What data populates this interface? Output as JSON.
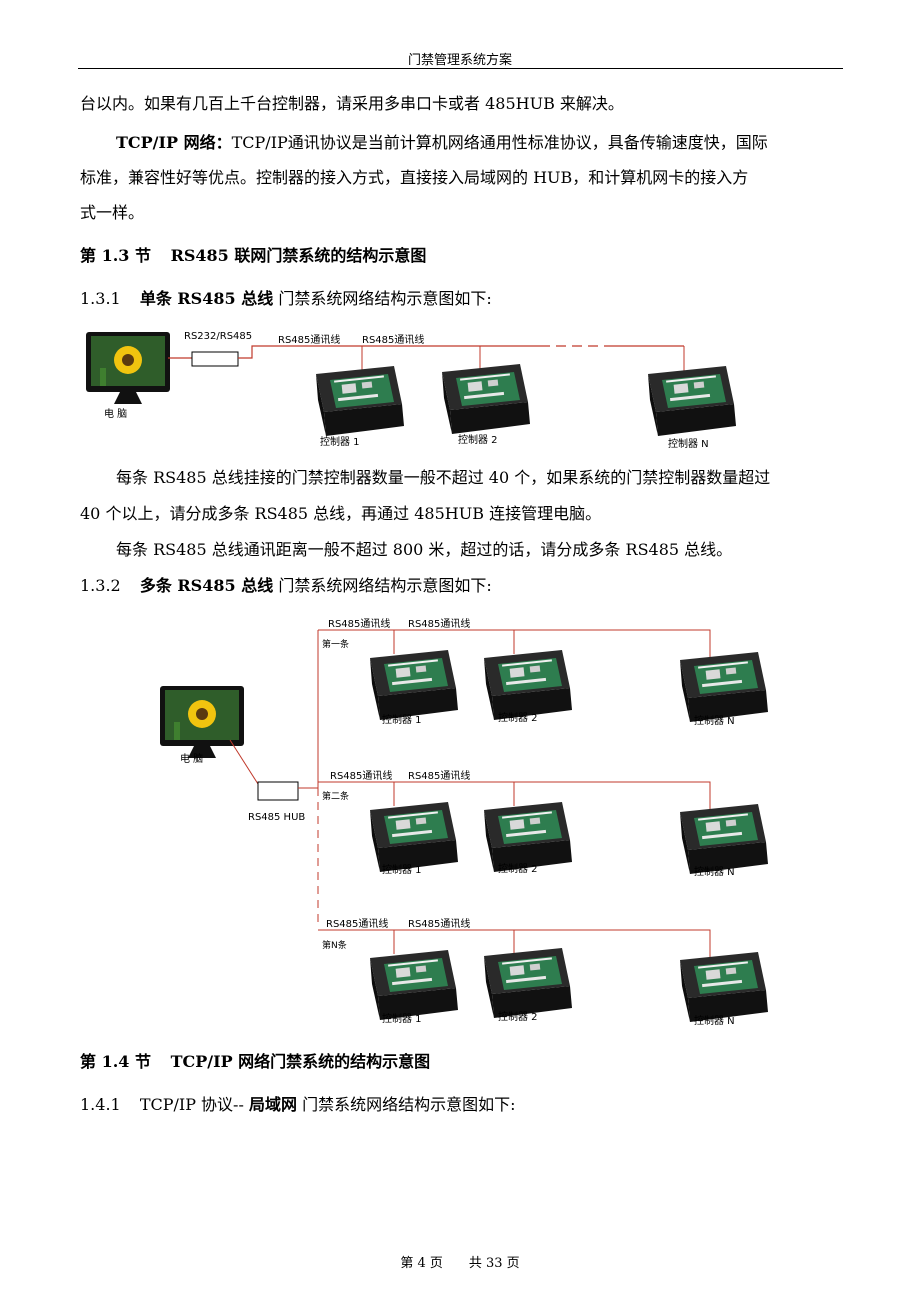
{
  "header": {
    "title": "门禁管理系统方案"
  },
  "paragraphs": {
    "p1": "台以内。如果有几百上千台控制器，请采用多串口卡或者 485HUB 来解决。",
    "p2_lead": "TCP/IP 网络",
    "p2_colon": "：",
    "p2_rest": "TCP/IP通讯协议是当前计算机网络通用性标准协议，具备传输速度快，国际",
    "p2_line2": "标准，兼容性好等优点。控制器的接入方式，直接接入局域网的 HUB，和计算机网卡的接入方",
    "p2_line3": "式一样。"
  },
  "section_1_3": {
    "num": "第 1.3 节",
    "title": "RS485 联网门禁系统的结构示意图"
  },
  "sub_1_3_1": {
    "num": "1.3.1",
    "bold": "单条 RS485 总线",
    "rest": "门禁系统网络结构示意图如下:"
  },
  "diagram1": {
    "pc_label": "电 脑",
    "converter_label": "RS232/RS485",
    "wire_label_1": "RS485通讯线",
    "wire_label_2": "RS485通讯线",
    "controllers": [
      "控制器 1",
      "控制器 2",
      "控制器 N"
    ]
  },
  "para_limits": {
    "l1": "每条 RS485 总线挂接的门禁控制器数量一般不超过 40 个，如果系统的门禁控制器数量超过",
    "l2": "40 个以上，请分成多条 RS485 总线，再通过 485HUB 连接管理电脑。",
    "l3": "每条 RS485 总线通讯距离一般不超过 800 米，超过的话，请分成多条 RS485 总线。"
  },
  "sub_1_3_2": {
    "num": "1.3.2",
    "bold": "多条 RS485 总线",
    "rest": "门禁系统网络结构示意图如下:"
  },
  "diagram2": {
    "pc_label": "电 脑",
    "hub_label": "RS485 HUB",
    "buses": [
      {
        "name": "第一条",
        "wire1": "RS485通讯线",
        "wire2": "RS485通讯线",
        "controllers": [
          "控制器 1",
          "控制器 2",
          "控制器 N"
        ]
      },
      {
        "name": "第二条",
        "wire1": "RS485通讯线",
        "wire2": "RS485通讯线",
        "controllers": [
          "控制器 1",
          "控制器 2",
          "控制器 N"
        ]
      },
      {
        "name": "第N条",
        "wire1": "RS485通讯线",
        "wire2": "RS485通讯线",
        "controllers": [
          "控制器 1",
          "控制器 2",
          "控制器 N"
        ]
      }
    ]
  },
  "section_1_4": {
    "num": "第 1.4 节",
    "title": "TCP/IP 网络门禁系统的结构示意图"
  },
  "sub_1_4_1": {
    "num": "1.4.1",
    "plain": "TCP/IP 协议--",
    "bold": "局域网",
    "rest": "门禁系统网络结构示意图如下:"
  },
  "footer": {
    "text": "第 4 页　　共 33 页"
  },
  "colors": {
    "wire": "#c0392b",
    "box_dark": "#1c1c1c",
    "board": "#2e7d4f"
  }
}
